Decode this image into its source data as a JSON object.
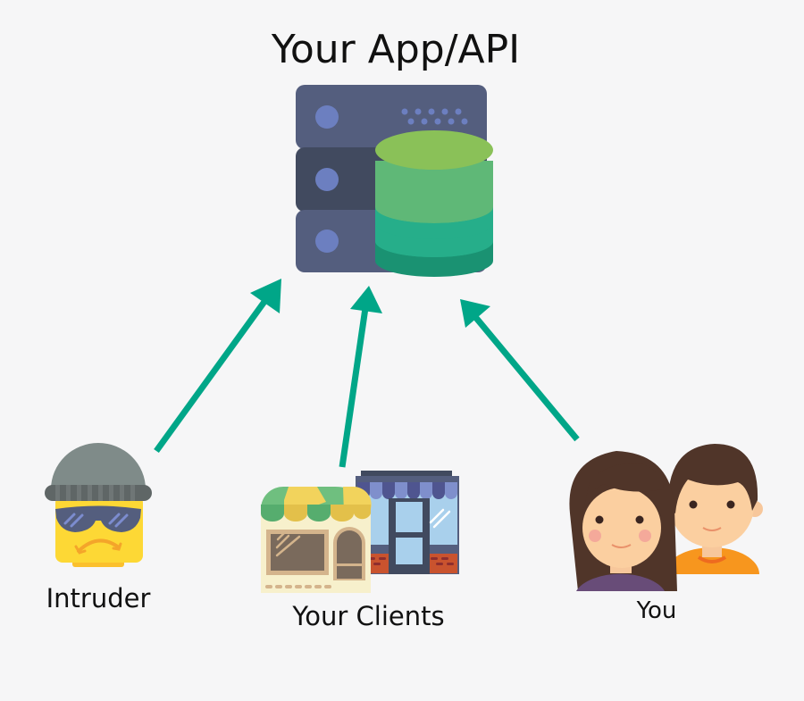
{
  "diagram": {
    "title": "Your App/API",
    "nodes": [
      {
        "id": "server",
        "label": "Your App/API",
        "icon": "server-database-icon"
      },
      {
        "id": "intruder",
        "label": "Intruder",
        "icon": "intruder-icon"
      },
      {
        "id": "clients",
        "label": "Your Clients",
        "icon": "storefront-icon"
      },
      {
        "id": "you",
        "label": "You",
        "icon": "people-icon"
      }
    ],
    "edges": [
      {
        "from": "intruder",
        "to": "server"
      },
      {
        "from": "clients",
        "to": "server"
      },
      {
        "from": "you",
        "to": "server"
      }
    ]
  },
  "colors": {
    "background": "#f6f6f7",
    "arrow": "#00a688",
    "server_rack": "#545e7e",
    "server_rack_dark": "#414a5f",
    "server_led": "#6c7fc0",
    "db_top": "#8ac158",
    "db_layer1": "#5fb877",
    "db_layer2": "#26ae8a",
    "db_layer3": "#1a9272"
  }
}
